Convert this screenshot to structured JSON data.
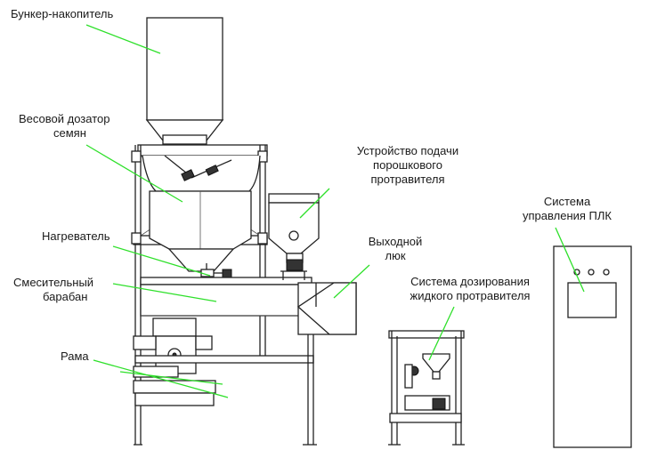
{
  "labels": {
    "hopper": "Бункер-накопитель",
    "doser_l1": "Весовой дозатор",
    "doser_l2": "семян",
    "heater": "Нагреватель",
    "drum_l1": "Смесительный",
    "drum_l2": "барабан",
    "frame": "Рама",
    "powder_l1": "Устройство подачи",
    "powder_l2": "порошкового",
    "powder_l3": "протравителя",
    "outlet_l1": "Выходной",
    "outlet_l2": "люк",
    "liquid_l1": "Система дозирования",
    "liquid_l2": "жидкого протравителя",
    "plc_l1": "Система",
    "plc_l2": "управления ПЛК"
  },
  "colors": {
    "leader": "#2ee02a",
    "line": "#222222"
  }
}
